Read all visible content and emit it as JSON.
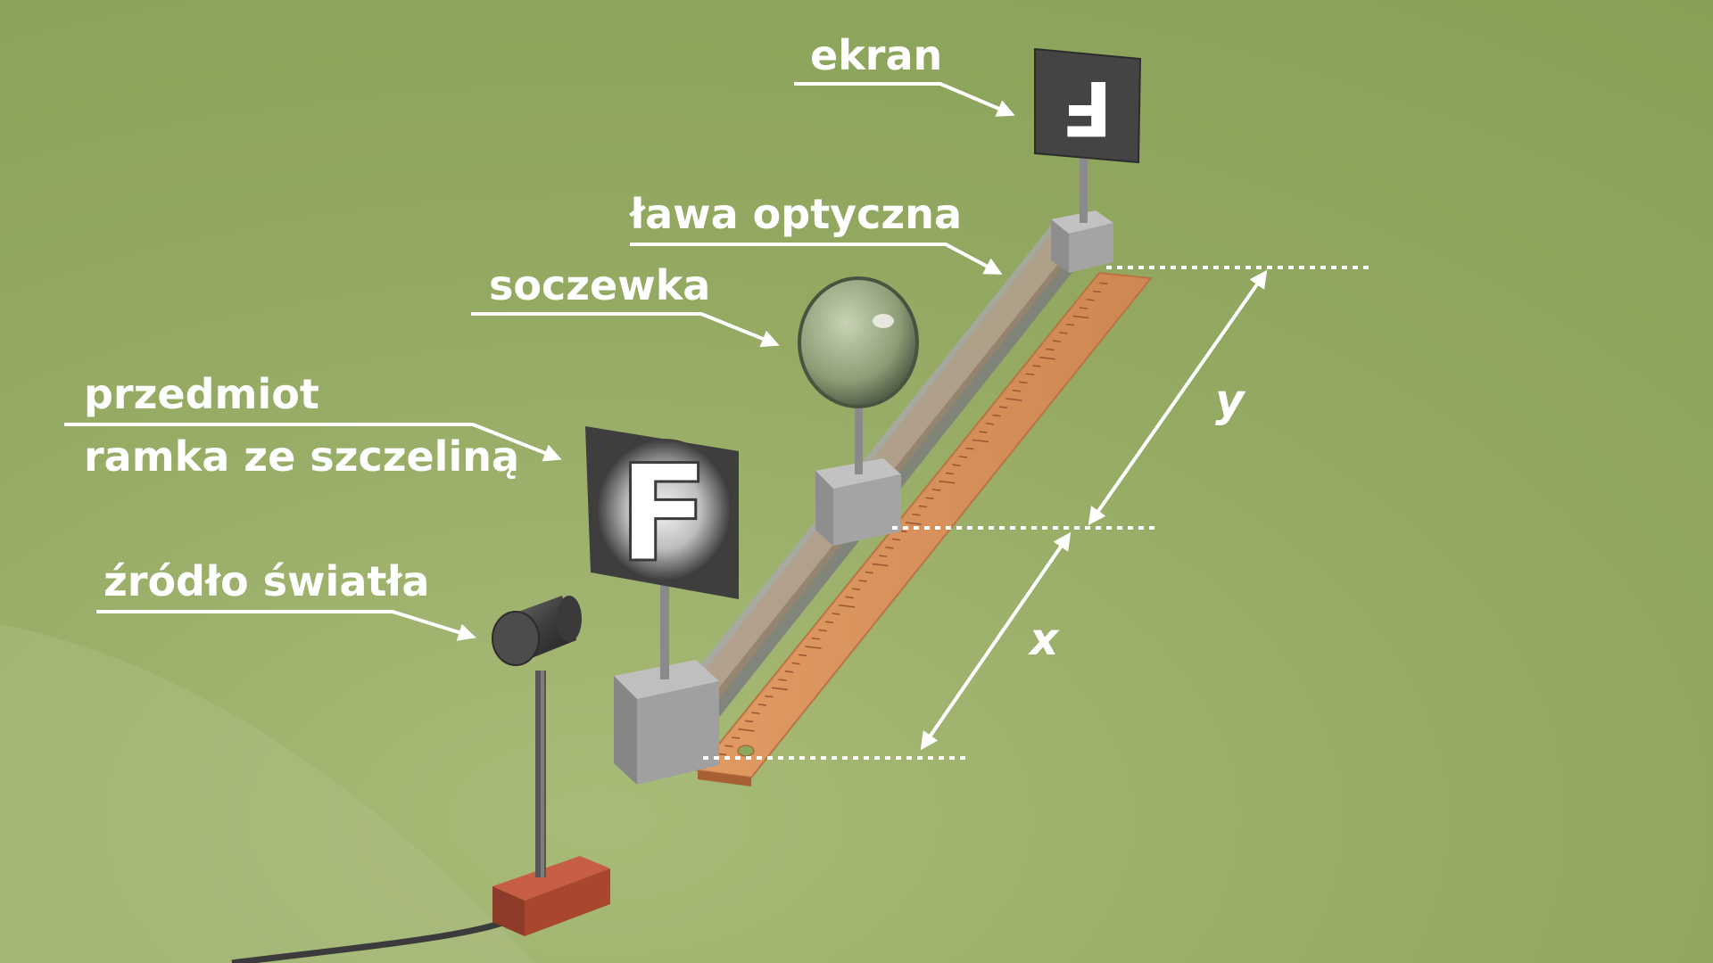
{
  "labels": {
    "ekran": "ekran",
    "lawa": "ława optyczna",
    "soczewka": "soczewka",
    "przedmiot": "przedmiot",
    "ramka": "ramka ze szczeliną",
    "zrodlo": "źródło światła",
    "x": "x",
    "y": "y"
  },
  "object_letter": "F",
  "colors": {
    "background": "#8fa55d",
    "ruler": "#d9925a",
    "bench": "#8c8c8c",
    "base_block": "#b5503a",
    "annotation": "#ffffff"
  }
}
